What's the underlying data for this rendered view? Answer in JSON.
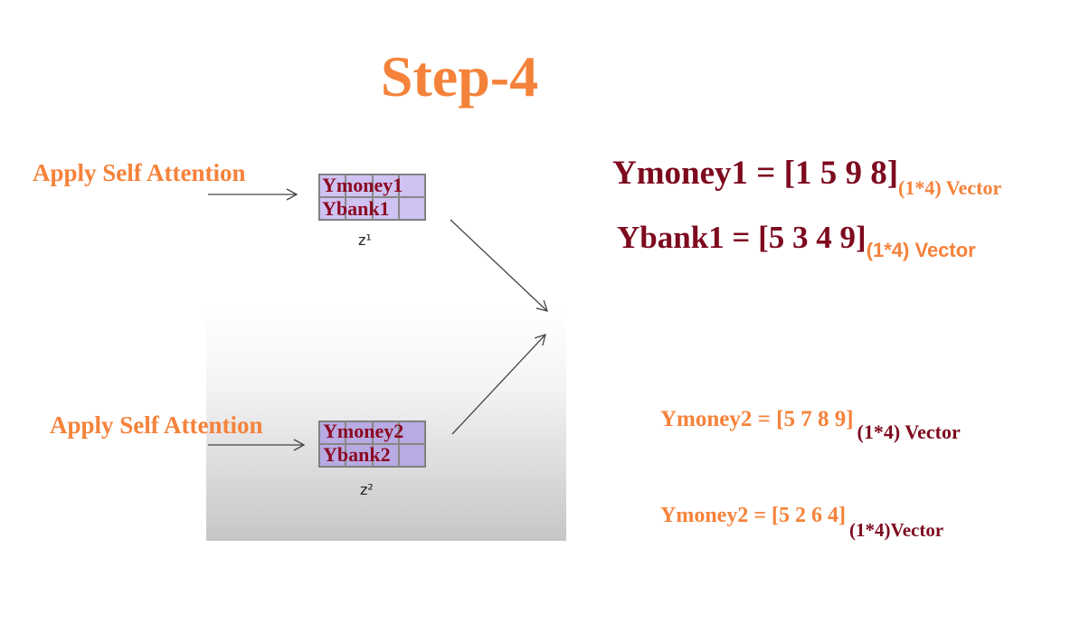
{
  "title": "Step-4",
  "left": {
    "apply_label_1": "Apply Self Attention",
    "apply_label_2": "Apply Self Attention",
    "matrix_1": {
      "row1": "Ymoney1",
      "row2": "Ybank1",
      "caption": "z¹"
    },
    "matrix_2": {
      "row1": "Ymoney2",
      "row2": "Ybank2",
      "caption": "z²"
    }
  },
  "right": {
    "eq1": {
      "lhs": "Ymoney1 = ",
      "value": "[1 5 9 8]",
      "subscript": "(1*4) Vector"
    },
    "eq2": {
      "lhs": "Ybank1 = ",
      "value": "[5 3 4 9]",
      "subscript": "(1*4) Vector"
    },
    "eq3": {
      "text": "Ymoney2 = [5 7 8 9]",
      "subscript": "(1*4) Vector"
    },
    "eq4": {
      "text": "Ymoney2 = [5 2 6 4]",
      "subscript": "(1*4)Vector"
    }
  },
  "colors": {
    "orange": "#F5823A",
    "dark_red": "#7D0A1E",
    "matrix_fill_1": "#CEC3F2",
    "matrix_fill_2": "#B8AAE2"
  }
}
